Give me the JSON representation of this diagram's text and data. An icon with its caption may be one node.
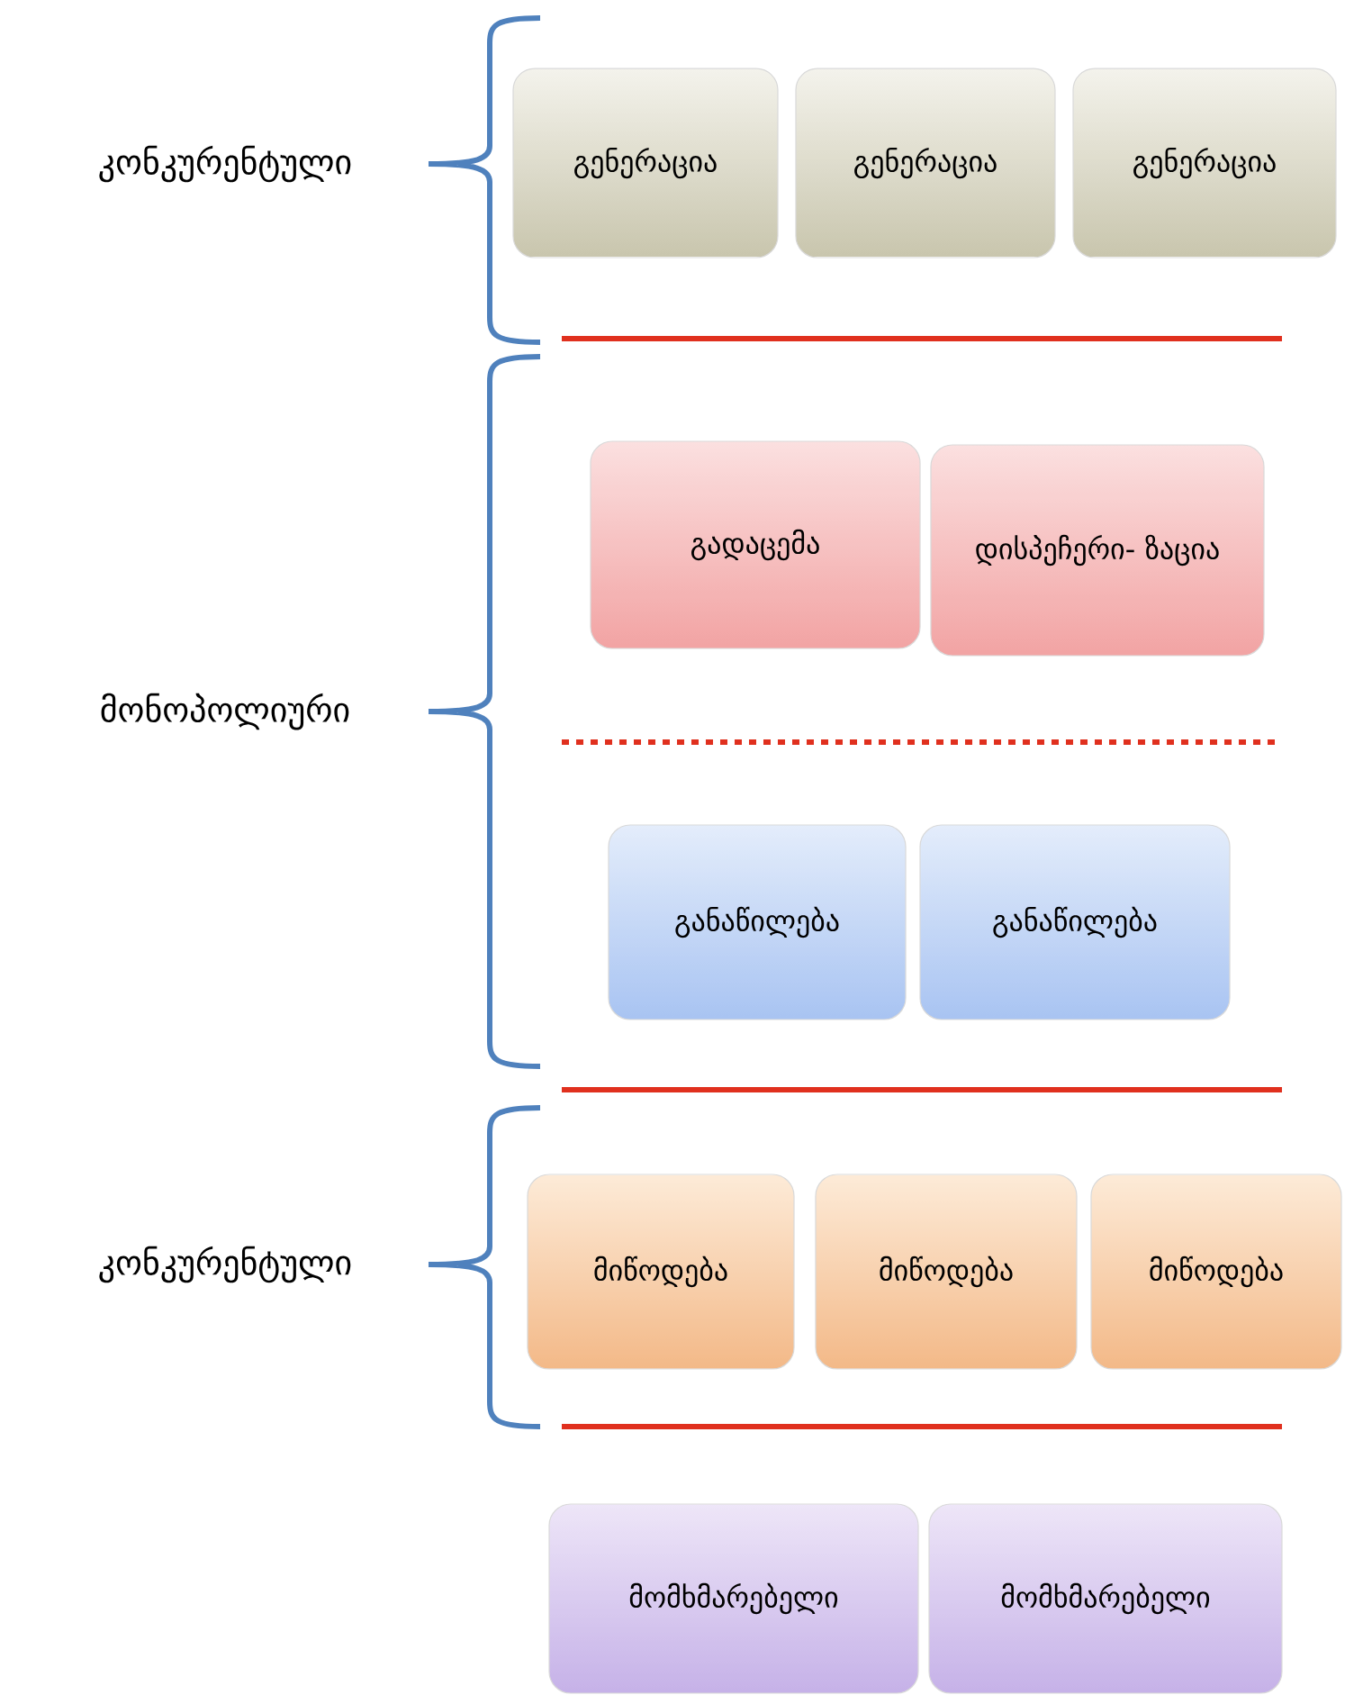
{
  "diagram": {
    "nodes": [
      {
        "text": [
          "გენერაცია"
        ]
      },
      {
        "text": [
          "გენერაცია"
        ]
      },
      {
        "text": [
          "გენერაცია"
        ]
      },
      {
        "text": [
          "გადაცემა"
        ]
      },
      {
        "text": [
          "დისპეჩერი- ზაცია"
        ]
      },
      {
        "text": [
          "განაწილება"
        ]
      },
      {
        "text": [
          "განაწილება"
        ]
      },
      {
        "text": [
          "მიწოდება"
        ]
      },
      {
        "text": [
          "მიწოდება"
        ]
      },
      {
        "text": [
          "მიწოდება"
        ]
      },
      {
        "text": [
          "მომხმარებელი"
        ]
      },
      {
        "text": [
          "მომხმარებელი"
        ]
      }
    ],
    "labels": [
      "კონკურენტული",
      "მონოპოლიური",
      "კონკურენტული"
    ]
  }
}
